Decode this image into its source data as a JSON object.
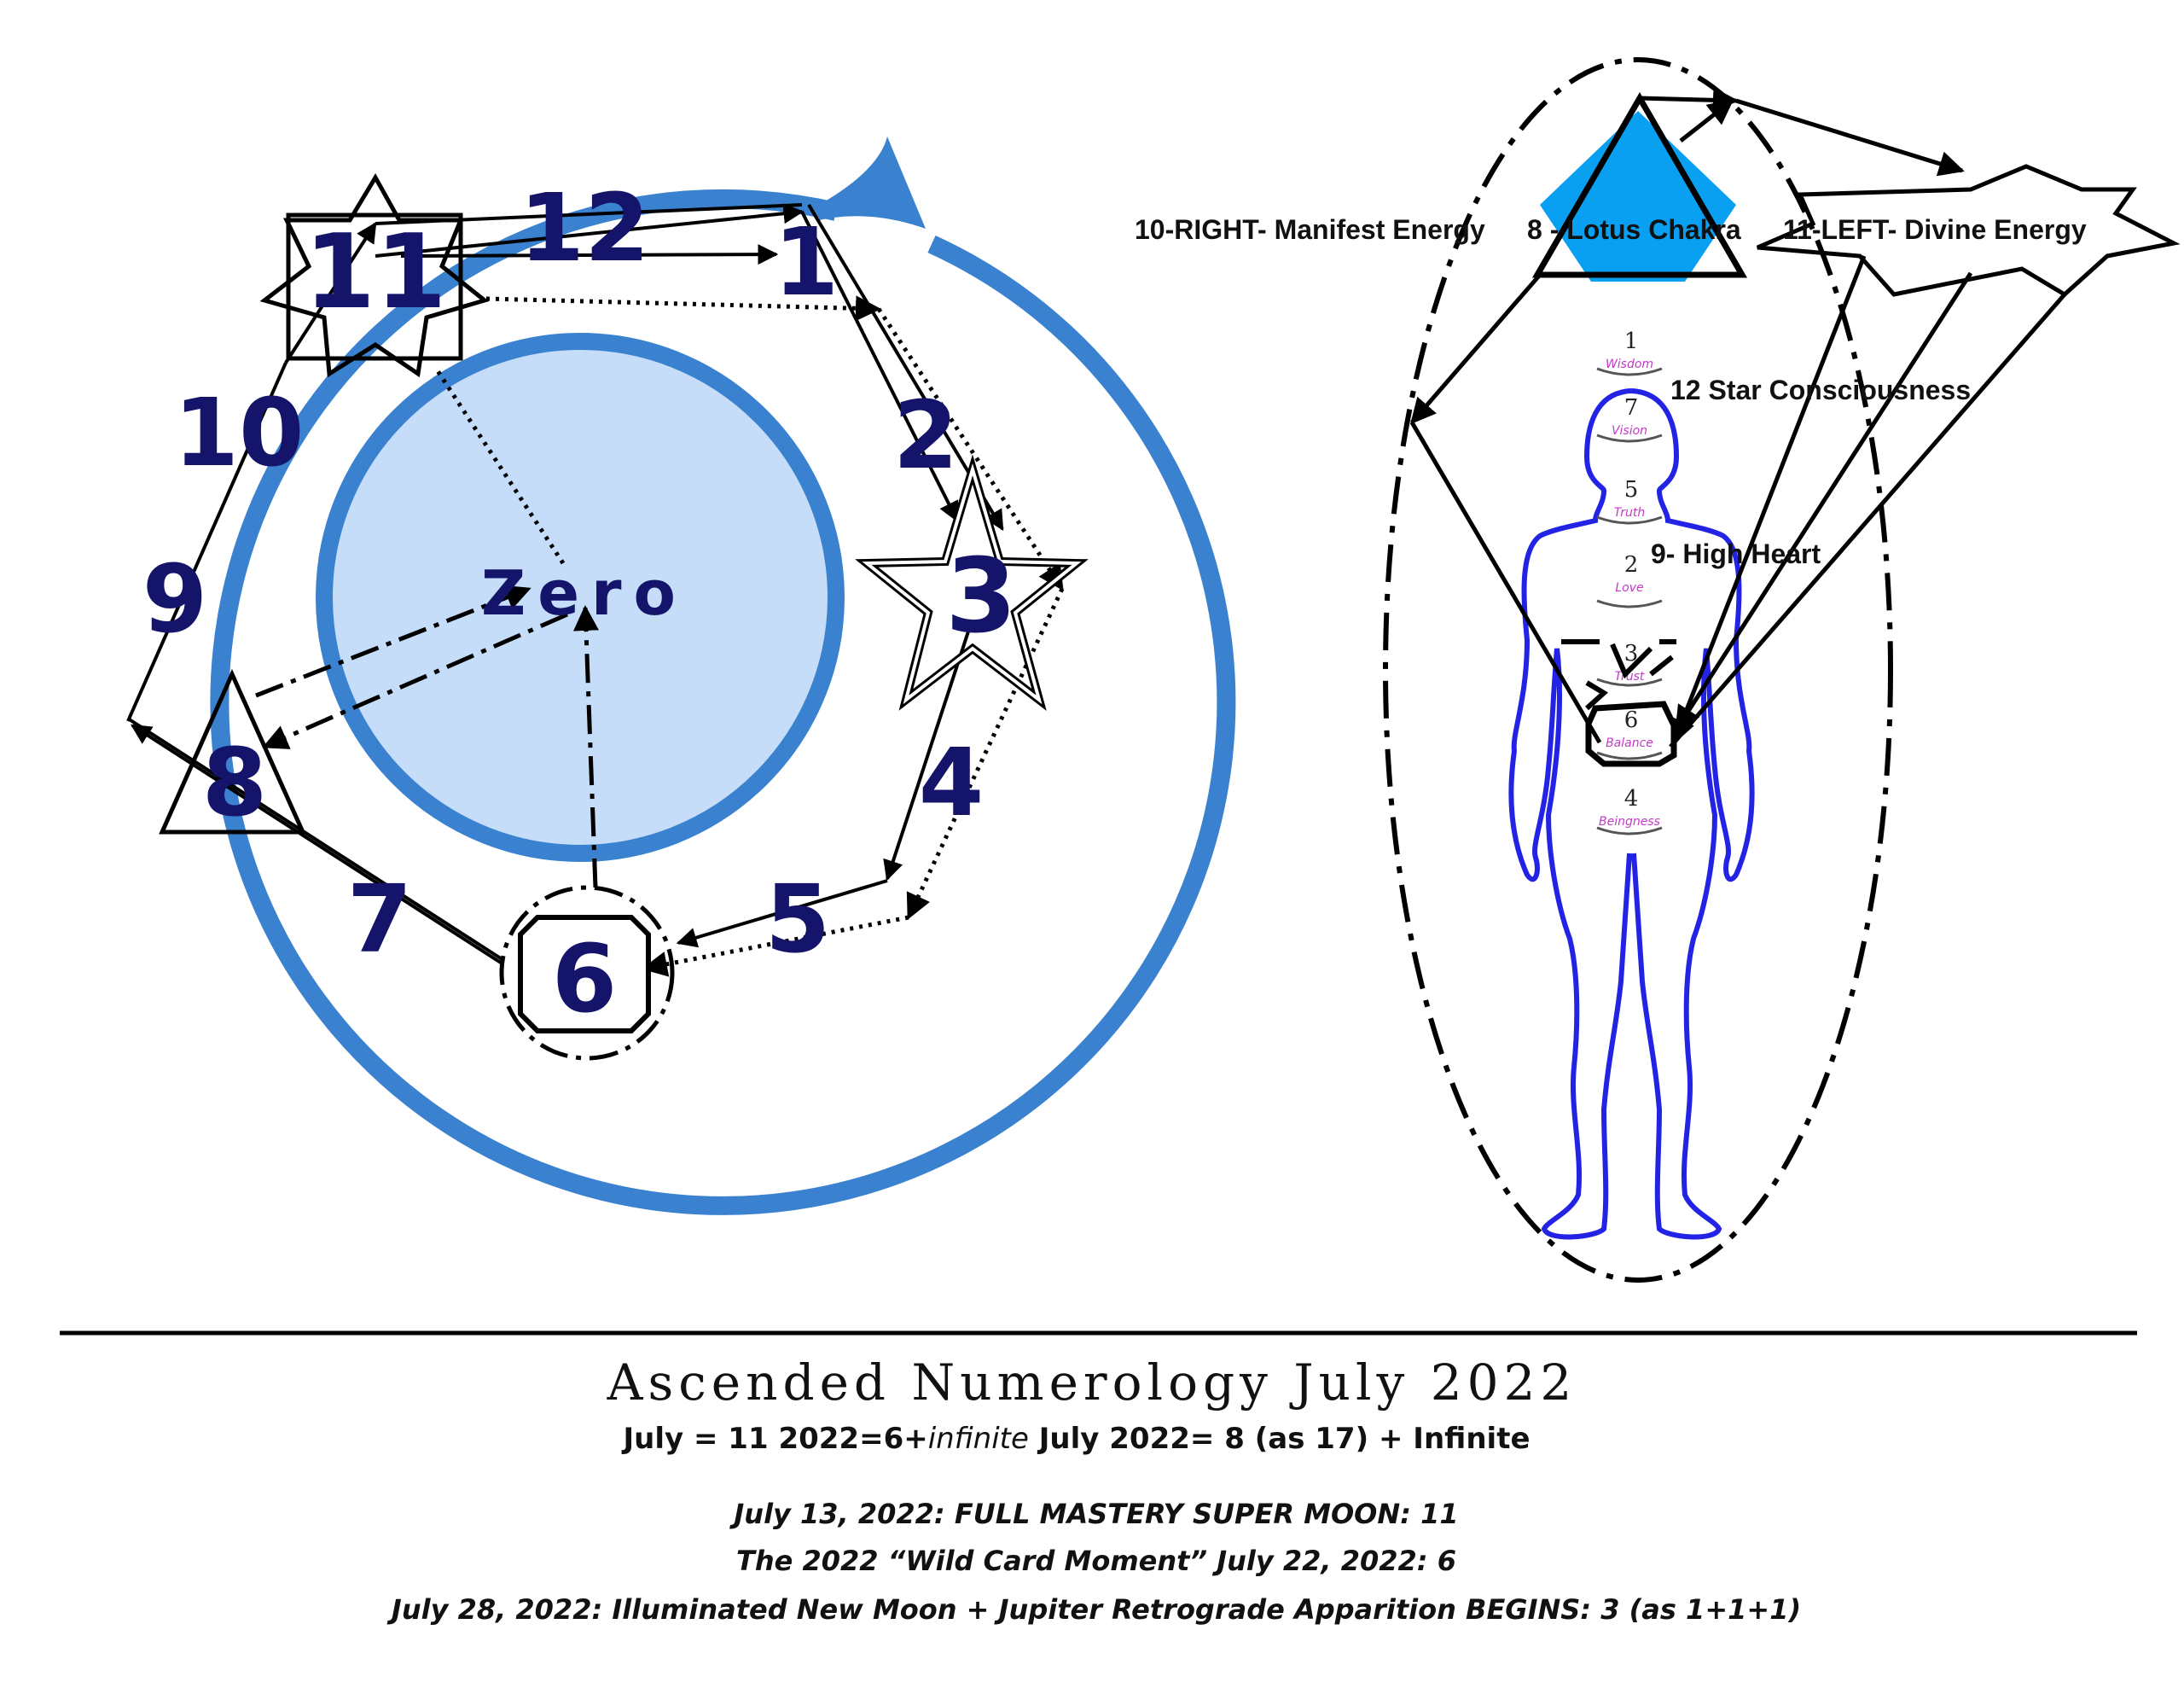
{
  "wheel": {
    "numbers": [
      "1",
      "2",
      "3",
      "4",
      "5",
      "6",
      "7",
      "8",
      "9",
      "10",
      "11",
      "12"
    ],
    "center_label": "Zero"
  },
  "body": {
    "labels": {
      "manifest": "10-RIGHT- Manifest Energy",
      "lotus": "8 - Lotus Chakra",
      "divine": "11-LEFT- Divine Energy",
      "star": "12  Star Consciousness",
      "heart": "9- High Heart"
    },
    "chakras": [
      {
        "num": "1",
        "word": "Wisdom"
      },
      {
        "num": "7",
        "word": "Vision"
      },
      {
        "num": "5",
        "word": "Truth"
      },
      {
        "num": "2",
        "word": "Love"
      },
      {
        "num": "3",
        "word": "Trust"
      },
      {
        "num": "6",
        "word": "Balance"
      },
      {
        "num": "4",
        "word": "Beingness"
      }
    ]
  },
  "footer": {
    "title": "Ascended Numerology July 2022",
    "sub_a": "July = 11   2022=6+",
    "sub_b": "infinite",
    "sub_c": "  July 2022= 8 (as 17) + Infinite",
    "events": [
      "July 13, 2022:  FULL MASTERY SUPER MOON:   11",
      "The 2022 “Wild Card Moment” July 22, 2022: 6",
      "July 28, 2022: Illuminated New Moon + Jupiter Retrograde Apparition BEGINS:  3 (as 1+1+1)"
    ]
  },
  "colors": {
    "ring_blue": "#3a82cf",
    "inner_fill": "#c5ddf9",
    "number_navy": "#14146b",
    "diamond_blue": "#0aa0f2",
    "body_outline": "#2323e6",
    "chakra_word": "#c23bc7"
  }
}
